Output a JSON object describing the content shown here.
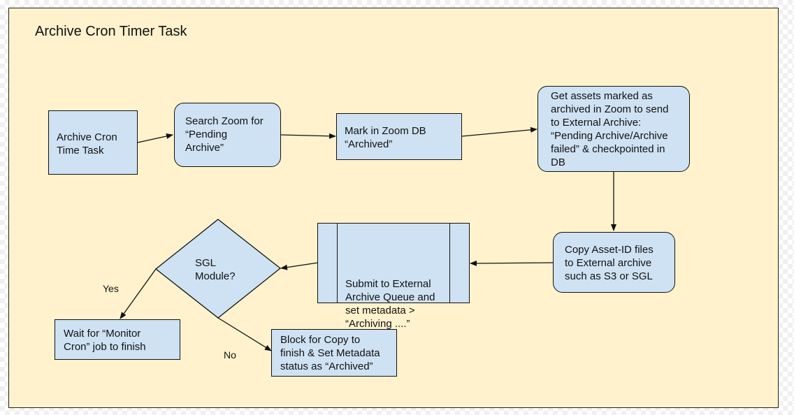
{
  "title": "Archive Cron Timer Task",
  "colors": {
    "canvas": "#fff2cc",
    "node_fill": "#cfe2f3",
    "stroke": "#111111"
  },
  "nodes": {
    "archive_cron": "Archive Cron\nTime Task",
    "search_zoom": "Search Zoom for\n“Pending\nArchive”",
    "mark_zoom": "Mark in Zoom DB\n“Archived”",
    "get_assets": "Get assets marked as\narchived in Zoom to send\nto External Archive:\n“Pending Archive/Archive\nfailed” & checkpointed in\nDB",
    "copy_asset": "Copy Asset-ID files\nto External archive\nsuch as S3 or SGL",
    "submit_queue": "Submit to External\nArchive Queue and\nset metadata >\n“Archiving ....”",
    "sgl_module": "SGL\nModule?",
    "wait_monitor": "Wait for “Monitor\nCron” job to finish",
    "block_copy": "Block for Copy to\nfinish & Set Metadata\nstatus as “Archived”"
  },
  "edge_labels": {
    "yes": "Yes",
    "no": "No"
  }
}
